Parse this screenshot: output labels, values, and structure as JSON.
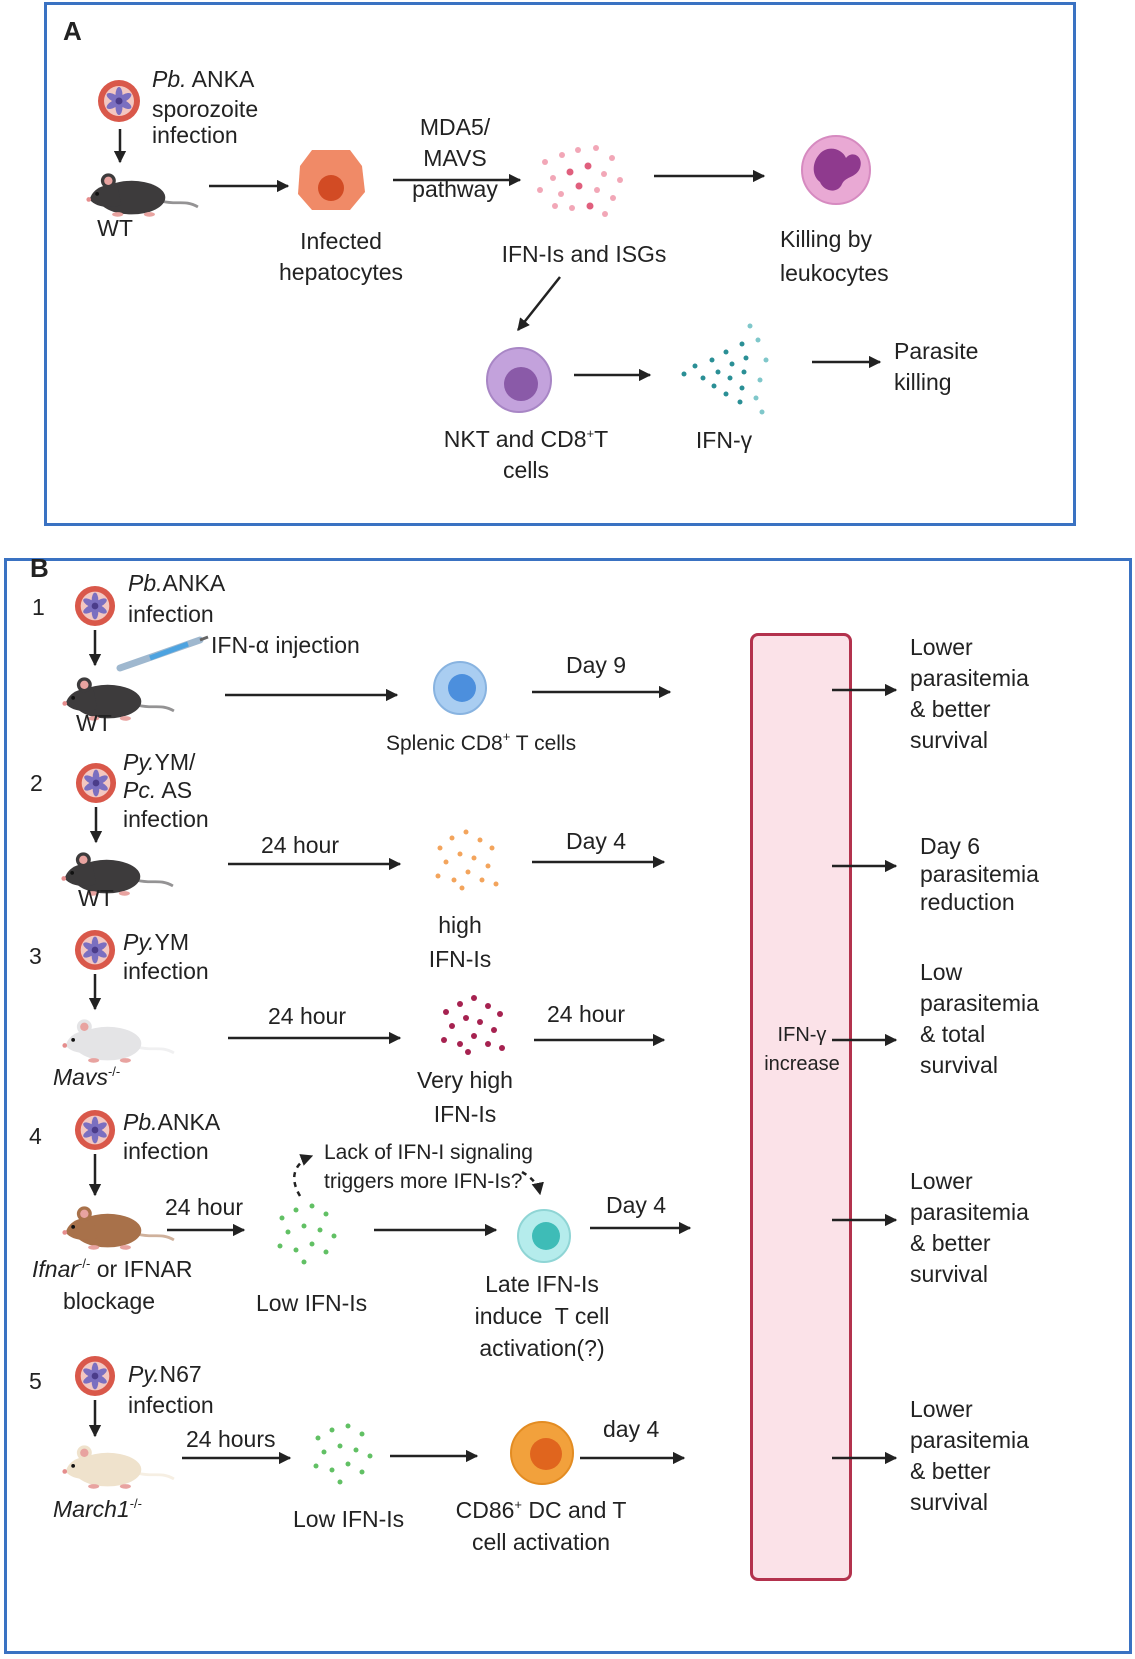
{
  "panel_a": {
    "label": "A",
    "infection_line1": "ANKA",
    "infection_species": "Pb.",
    "infection_line2": "sporozoite",
    "infection_line3": "infection",
    "mouse_label": "WT",
    "hepatocytes": "Infected\nhepatocytes",
    "pathway": "MDA5/\nMAVS\npathway",
    "ifn_isgs": "IFN-Is and ISGs",
    "killing": "Killing by\nleukocytes",
    "nkt_text": "NKT and CD8",
    "nkt_sup": "+",
    "nkt_tail": "T",
    "nkt_line2": "cells",
    "ifn_gamma": "IFN-γ",
    "parasite_killing": "Parasite\nkilling"
  },
  "panel_b": {
    "label": "B",
    "ifn_gamma_increase": "IFN-γ\nincrease",
    "rows": [
      {
        "number": "1",
        "species": "Pb.",
        "strain": "ANKA",
        "infection": "infection",
        "injection": "IFN-α injection",
        "mouse": "WT",
        "cells_prefix": "Splenic CD8",
        "cells_sup": "+",
        "cells_suffix": " T cells",
        "time": "Day 9",
        "outcome": "Lower\nparasitemia\n& better\nsurvival"
      },
      {
        "number": "2",
        "species1": "Py.",
        "strain1": "YM/",
        "species2": "Pc.",
        "strain2": "AS",
        "infection": "infection",
        "mouse": "WT",
        "time1": "24 hour",
        "ifn": "high\nIFN-Is",
        "time2": "Day 4",
        "outcome": "Day 6\nparasitemia\nreduction"
      },
      {
        "number": "3",
        "species": "Py.",
        "strain": "YM",
        "infection": "infection",
        "mouse": "Mavs",
        "mouse_sup": "-/-",
        "time1": "24 hour",
        "ifn": "Very high\nIFN-Is",
        "time2": "24 hour",
        "outcome": "Low\nparasitemia\n& total\nsurvival"
      },
      {
        "number": "4",
        "species": "Pb.",
        "strain": "ANKA",
        "infection": "infection",
        "mouse": "Ifnar",
        "mouse_sup": "-/-",
        "mouse_suffix": " or IFNAR",
        "mouse_line2": "blockage",
        "time1": "24 hour",
        "ifn": "Low IFN-Is",
        "note": "Lack of IFN-I signaling\ntriggers more IFN-Is?",
        "late": "Late IFN-Is\ninduce  T cell\nactivation(?)",
        "time2": "Day 4",
        "outcome": "Lower\nparasitemia\n& better\nsurvival"
      },
      {
        "number": "5",
        "species": "Py.",
        "strain": "N67",
        "infection": "infection",
        "mouse": "March1",
        "mouse_sup": "-/-",
        "time1": "24 hours",
        "ifn": "Low IFN-Is",
        "dc_prefix": "CD86",
        "dc_sup": "+",
        "dc_suffix": " DC and T",
        "dc_line2": "cell activation",
        "time2": "day 4",
        "outcome": "Lower\nparasitemia\n& better\nsurvival"
      }
    ]
  },
  "colors": {
    "border": "#3a72c2",
    "pill_fill": "#fbe2e8",
    "pill_stroke": "#b3324d",
    "mouse_wt": "#3d3b3c",
    "mouse_mavs": "#e4e4e6",
    "mouse_ifnar": "#a8714a",
    "mouse_march1": "#efe2cc",
    "sporozoite": "#d9584a",
    "hepatocyte": "#f08a67",
    "leukocyte": "#e9a9d4",
    "nkt": "#c3a2dc",
    "cd8": "#a9cdf1",
    "tcell": "#b5ecec",
    "dc": "#f2a13c",
    "ifn_pink": "#f2a7b7",
    "ifn_teal": "#2a8f95",
    "ifn_orange": "#f3a45c",
    "ifn_crimson": "#a62250",
    "ifn_green": "#61c064"
  }
}
